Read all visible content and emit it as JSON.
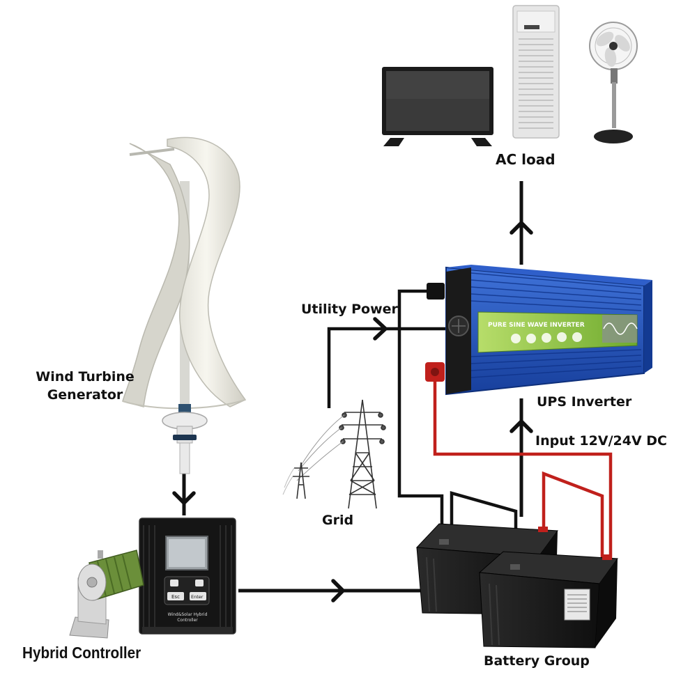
{
  "labels": {
    "ac_load": "AC load",
    "utility_power": "Utility Power",
    "wind_turbine_line1": "Wind Turbine",
    "wind_turbine_line2": "Generator",
    "ups_inverter": "UPS Inverter",
    "input_dc": "Input 12V/24V DC",
    "grid": "Grid",
    "hybrid_controller": "Hybrid Controller",
    "battery_group": "Battery Group"
  },
  "device_text": {
    "inverter_banner": "PURE SINE WAVE INVERTER",
    "controller_brand_line1": "Wind&Solar Hybrid",
    "controller_brand_line2": "Controller",
    "controller_esc": "Esc",
    "controller_enter": "Enter"
  },
  "colors": {
    "wire_dc_positive": "#c0201c",
    "wire_signal": "#111111",
    "inverter_body": "#1f4fb8",
    "inverter_panel": "#8cc63f",
    "turbine_blade": "#efeee6",
    "battery_body": "#1c1c1c",
    "controller_body": "#151515",
    "resistor_green": "#6b8f3a"
  }
}
